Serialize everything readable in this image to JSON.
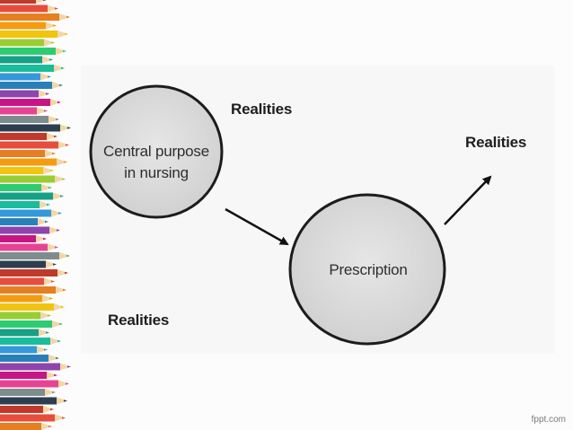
{
  "diagram": {
    "nodes": {
      "central_purpose": {
        "line1": "Central purpose",
        "line2": "in nursing"
      },
      "prescription": {
        "label": "Prescription"
      }
    },
    "labels": {
      "realities_top": "Realities",
      "realities_right": "Realities",
      "realities_bottom": "Realities"
    },
    "edges": [
      {
        "from": "central_purpose",
        "to": "prescription"
      },
      {
        "from": "prescription",
        "to": "realities_right"
      }
    ]
  },
  "footer": {
    "watermark": "fppt.com"
  },
  "colors": {
    "circle_fill": "#dcdcdc",
    "circle_stroke": "#1c1c1c",
    "arrow": "#111111",
    "panel": "#f7f7f7"
  }
}
